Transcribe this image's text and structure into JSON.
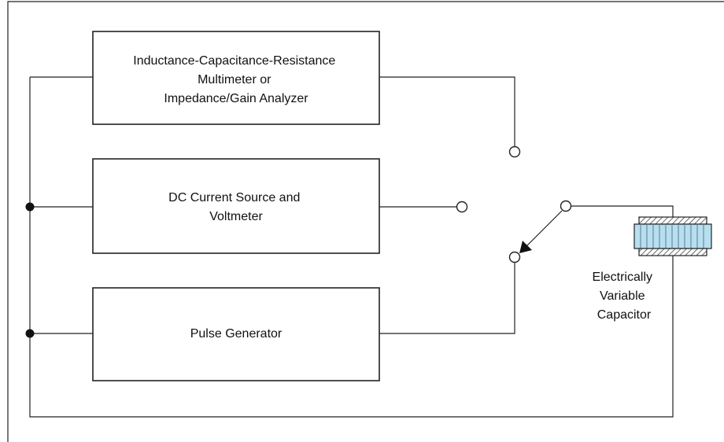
{
  "blocks": {
    "lcr": {
      "lines": [
        "Inductance-Capacitance-Resistance",
        "Multimeter or",
        "Impedance/Gain Analyzer"
      ]
    },
    "dc": {
      "lines": [
        "DC Current Source and",
        "Voltmeter"
      ]
    },
    "pulse": {
      "lines": [
        "Pulse Generator"
      ]
    }
  },
  "capacitor": {
    "lines": [
      "Electrically",
      "Variable",
      "Capacitor"
    ],
    "fill_color": "#b7dff0",
    "hatch_color": "#444444"
  },
  "colors": {
    "line": "#222222",
    "background": "#ffffff"
  }
}
